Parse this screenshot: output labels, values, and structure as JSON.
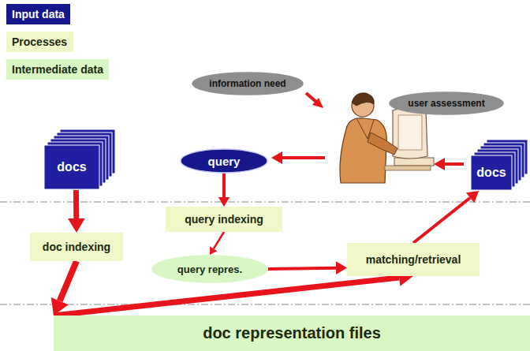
{
  "diagram": {
    "nodes": [
      {
        "text": [
          "information need"
        ]
      },
      {
        "text": [
          "user assessment"
        ]
      },
      {
        "text": [
          "docs"
        ]
      },
      {
        "text": [
          "query"
        ]
      },
      {
        "text": [
          "docs"
        ]
      },
      {
        "text": [
          "query indexing"
        ]
      },
      {
        "text": [
          "doc indexing"
        ]
      },
      {
        "text": [
          "query repres."
        ]
      },
      {
        "text": [
          "matching/retrieval"
        ]
      },
      {
        "text": [
          "doc representation files"
        ]
      }
    ],
    "edges": [
      {
        "from": 2,
        "to": 6,
        "arrow": "to"
      },
      {
        "from": 6,
        "to": 9,
        "arrow": "to"
      },
      {
        "from": 3,
        "to": 5,
        "arrow": "to"
      },
      {
        "from": 5,
        "to": 7,
        "arrow": "to"
      },
      {
        "from": 7,
        "to": 8,
        "arrow": "to"
      },
      {
        "from": 9,
        "to": 8,
        "arrow": "to"
      },
      {
        "from": 8,
        "to": 4,
        "arrow": "to"
      }
    ],
    "legend": [
      {
        "text": "Input data",
        "color": "#17178c"
      },
      {
        "text": "Processes",
        "color": "#f2f7c8"
      },
      {
        "text": "Intermediate data",
        "color": "#d8f7c2"
      }
    ]
  }
}
